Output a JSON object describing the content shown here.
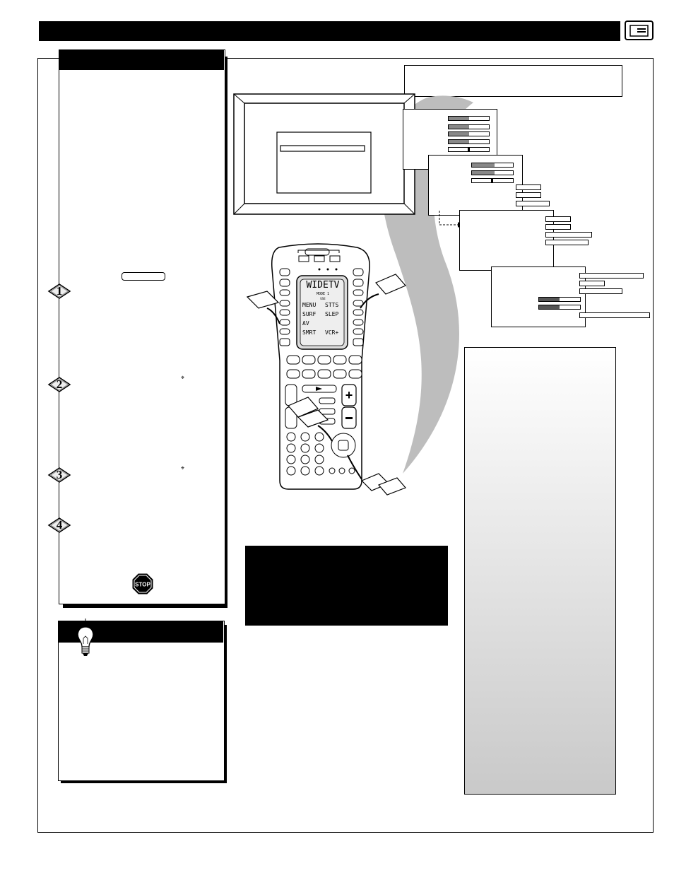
{
  "remote": {
    "lcd_title": "WIDETV",
    "lcd_sub": "MODE 1",
    "lcd_sub2": "USE",
    "lcd_items": [
      "MENU",
      "STTS",
      "SURF",
      "SLEP",
      "AV",
      "",
      "SMRT",
      "VCR+"
    ]
  },
  "steps": [
    "1",
    "2",
    "3",
    "4"
  ],
  "stop_label": "STOP",
  "colors": {
    "header": "#000000",
    "shadow_gray": "#bdbdbd",
    "bar_fill": "#888888"
  },
  "icons": [
    "tv-menu-icon",
    "lightbulb-icon",
    "stop-sign-icon",
    "cursor-icon"
  ]
}
